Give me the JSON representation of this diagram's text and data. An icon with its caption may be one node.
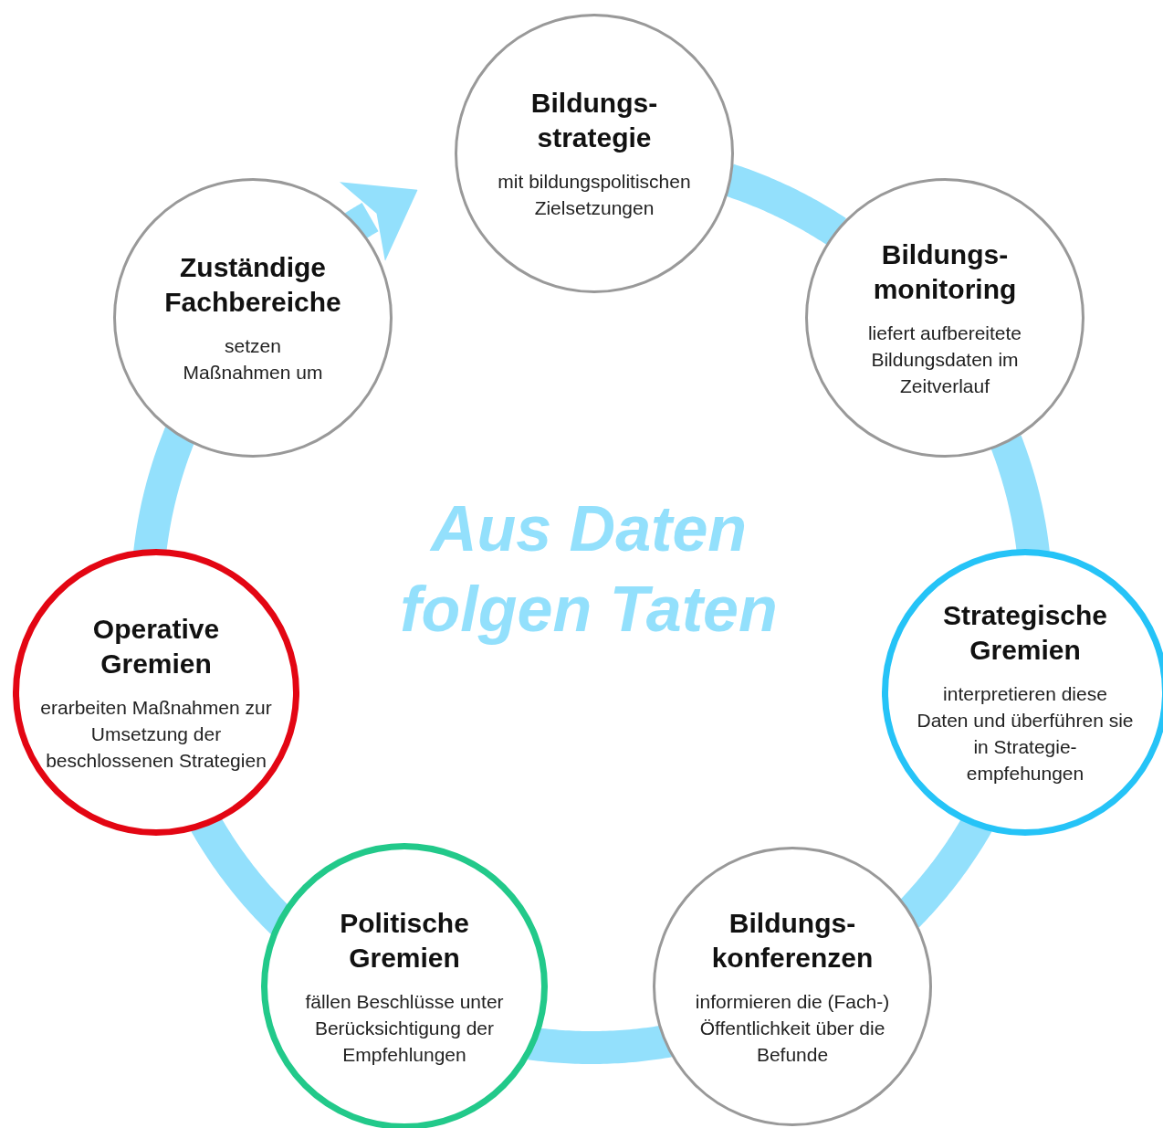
{
  "diagram": {
    "nodes": [
      {
        "text": [
          "Bildungs- strategie",
          "mit bildungspolitischen Zielsetzungen"
        ]
      },
      {
        "text": [
          "Bildungs- monitoring",
          "liefert aufbereitete Bildungsdaten im Zeitverlauf"
        ]
      },
      {
        "text": [
          "Strategische Gremien",
          "interpretieren diese Daten und überführen sie in Strategie- empfehungen"
        ]
      },
      {
        "text": [
          "Bildungs- konferenzen",
          "informieren die (Fach-) Öffentlichkeit über die Befunde"
        ]
      },
      {
        "text": [
          "Politische Gremien",
          "fällen Beschlüsse unter Berücksichtigung der Empfehlungen"
        ]
      },
      {
        "text": [
          "Operative Gremien",
          "erarbeiten Maßnahmen zur Umsetzung der beschlossenen Strategien"
        ]
      },
      {
        "text": [
          "Zuständige Fachbereiche",
          "setzen Maßnahmen um"
        ]
      }
    ],
    "edges": [
      {
        "from": 0,
        "to": 1,
        "arrow": "none"
      },
      {
        "from": 1,
        "to": 2,
        "arrow": "none"
      },
      {
        "from": 2,
        "to": 3,
        "arrow": "none"
      },
      {
        "from": 3,
        "to": 4,
        "arrow": "none"
      },
      {
        "from": 4,
        "to": 5,
        "arrow": "none"
      },
      {
        "from": 5,
        "to": 6,
        "arrow": "none"
      },
      {
        "from": 6,
        "to": 0,
        "arrow": "to"
      }
    ],
    "labels": [
      "Aus Daten folgen Taten"
    ]
  }
}
